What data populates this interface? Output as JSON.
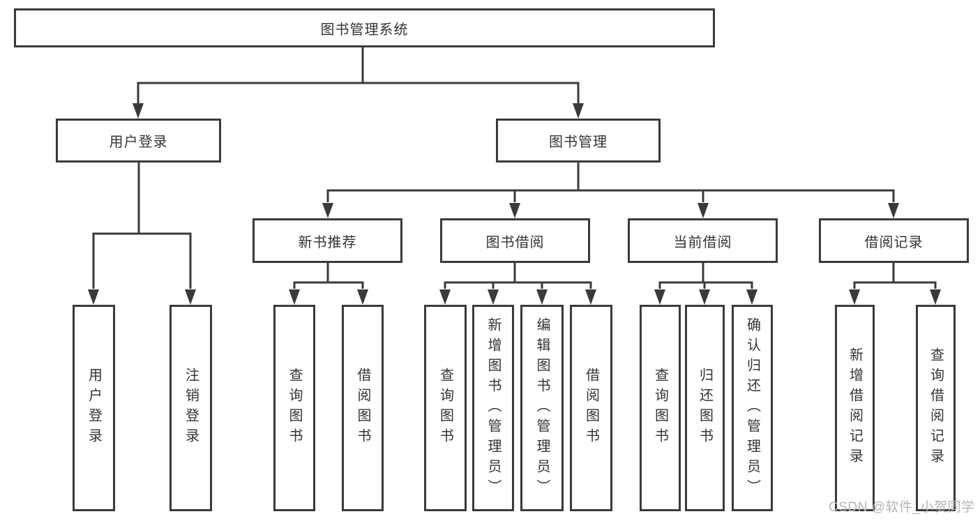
{
  "diagram": {
    "root": "图书管理系统",
    "level2": [
      "用户登录",
      "图书管理"
    ],
    "level3": [
      "新书推荐",
      "图书借阅",
      "当前借阅",
      "借阅记录"
    ],
    "leaves": {
      "user_login": [
        "用户登录",
        "注销登录"
      ],
      "new_book": [
        "查询图书",
        "借阅图书"
      ],
      "book_borrow": [
        "查询图书",
        "新增图书（管理员）",
        "编辑图书（管理员）",
        "借阅图书"
      ],
      "current_borrow": [
        "查询图书",
        "归还图书",
        "确认归还（管理员）"
      ],
      "borrow_record": [
        "新增借阅记录",
        "查询借阅记录"
      ]
    }
  },
  "watermark": "CSDN @软件_小贺同学",
  "colors": {
    "line": "#3a3a3a",
    "text": "#333333",
    "background": "#ffffff",
    "watermark": "#b5b5b5"
  }
}
